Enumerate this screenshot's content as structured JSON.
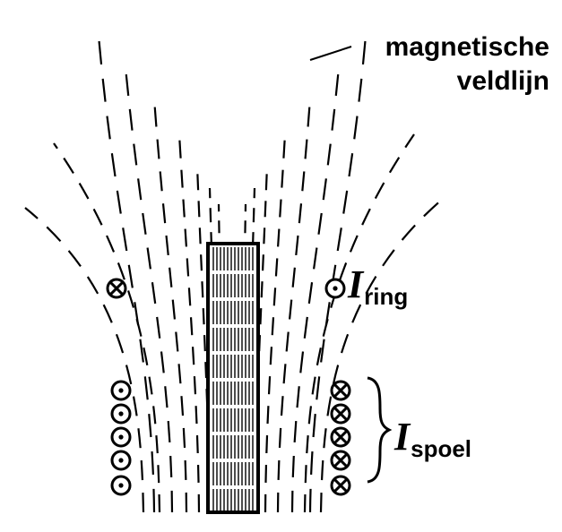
{
  "labels": {
    "field_line_line1": "magnetische",
    "field_line_line2": "veldlijn",
    "ring_current_symbol": "I",
    "ring_current_subscript": "ring",
    "coil_current_symbol": "I",
    "coil_current_subscript": "spoel"
  },
  "symbols": {
    "current_out_of_page": "dot-in-circle-icon",
    "current_into_page": "cross-in-circle-icon"
  },
  "colors": {
    "ink": "#000000",
    "background": "#ffffff"
  }
}
